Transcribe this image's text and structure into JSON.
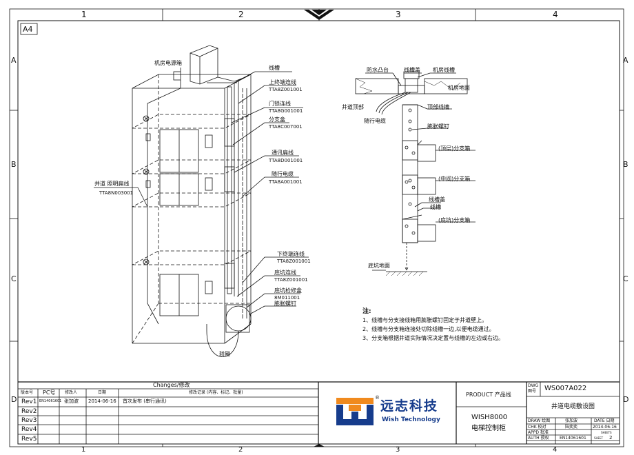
{
  "sheet": {
    "size_label": "A4",
    "col_numbers": [
      "1",
      "2",
      "3",
      "4"
    ],
    "row_letters": [
      "A",
      "B",
      "C",
      "D"
    ]
  },
  "left_drawing": {
    "labels": [
      {
        "key": "machine_room_box",
        "text": "机房电源箱"
      },
      {
        "key": "trunking",
        "text": "线槽"
      },
      {
        "key": "top_limit",
        "text": "上终端连线",
        "code": "TTA8Z001001"
      },
      {
        "key": "door_lock",
        "text": "门锁连线",
        "code": "TTA8G001001"
      },
      {
        "key": "junction_box",
        "text": "分支盒",
        "code": "TTA8C007001"
      },
      {
        "key": "comm_cable",
        "text": "通讯扁线",
        "code": "TTA8D001001"
      },
      {
        "key": "travel_cable",
        "text": "随行电缆",
        "code": "TTA8A001001"
      },
      {
        "key": "shaft_light",
        "text": "井道 照明扁线",
        "code": "TTA8N003001"
      },
      {
        "key": "bottom_limit",
        "text": "下终端连线",
        "code": "TTA8Z001001"
      },
      {
        "key": "pit_cable",
        "text": "底坑连线",
        "code": "TTA8Z001001"
      },
      {
        "key": "pit_box",
        "text": "底坑检修盒",
        "code": "8M011001"
      },
      {
        "key": "expansion_bolt",
        "text": "膨胀螺钉"
      },
      {
        "key": "loop",
        "text": "轿厢"
      }
    ]
  },
  "right_drawing": {
    "labels": [
      {
        "key": "waterproof",
        "text": "防水凸台"
      },
      {
        "key": "trunk_cover",
        "text": "线槽盖"
      },
      {
        "key": "machine_trunk",
        "text": "机房线槽"
      },
      {
        "key": "machine_floor",
        "text": "机房地面"
      },
      {
        "key": "shaft_top",
        "text": "井道顶部"
      },
      {
        "key": "top_trunk",
        "text": "顶部线槽"
      },
      {
        "key": "travel_cable",
        "text": "随行电缆"
      },
      {
        "key": "bolt",
        "text": "膨胀螺钉"
      },
      {
        "key": "top_box",
        "text": "(顶层)分支箱"
      },
      {
        "key": "mid_box",
        "text": "(中间)分支箱"
      },
      {
        "key": "cover2",
        "text": "线槽盖"
      },
      {
        "key": "trunk2",
        "text": "线槽"
      },
      {
        "key": "pit_box",
        "text": "(底坑)分支箱"
      },
      {
        "key": "pit_floor",
        "text": "底坑地面"
      }
    ]
  },
  "notes": {
    "title": "注:",
    "items": [
      "1、线槽与分支接线箱用膨胀螺钉固定于井道壁上。",
      "2、线槽与分支箱连接处切除线槽一边,以便电缆通过。",
      "3、分支箱根据井道实际情况决定置与线槽的左边或右边。"
    ]
  },
  "changes": {
    "title": "Changes/修改",
    "headers": [
      "版本号",
      "PC号",
      "修改人",
      "日期",
      "修改记录 (内容、标记、批量)"
    ],
    "rows": [
      {
        "rev": "Rev1",
        "pc": "EN14061601",
        "by": "张加波",
        "date": "2014-06-16",
        "desc": "首次发布 (串行通讯)"
      },
      {
        "rev": "Rev2",
        "pc": "",
        "by": "",
        "date": "",
        "desc": ""
      },
      {
        "rev": "Rev3",
        "pc": "",
        "by": "",
        "date": "",
        "desc": ""
      },
      {
        "rev": "Rev4",
        "pc": "",
        "by": "",
        "date": "",
        "desc": ""
      },
      {
        "rev": "Rev5",
        "pc": "",
        "by": "",
        "date": "",
        "desc": ""
      }
    ]
  },
  "logo": {
    "cn": "远志科技",
    "en": "Wish Technology",
    "reg": "®"
  },
  "product": {
    "label": "PRODUCT 产品线",
    "model": "WISH8000",
    "name": "电梯控制柜"
  },
  "title_block": {
    "dwg_label1": "DWG",
    "dwg_label2": "图号",
    "dwg_no": "WS007A022",
    "title": "井道电缆敷设图",
    "draw_label": "DRAW 绘图",
    "draw_name": "张加波",
    "chk_label": "CHK 校对",
    "chk_name": "陆奕奕",
    "appd_label": "APPD 批准",
    "auth_label": "AUTH 授权",
    "auth_no": "EN14061601",
    "date_label": "DATE 日期",
    "date": "2014-06-16",
    "sheets_label": "SHEETS",
    "sheet_label": "SHEET",
    "sheet_no": "2"
  },
  "colors": {
    "logo_orange": "#f08a1e",
    "logo_blue": "#163c8c",
    "line": "#111111"
  }
}
